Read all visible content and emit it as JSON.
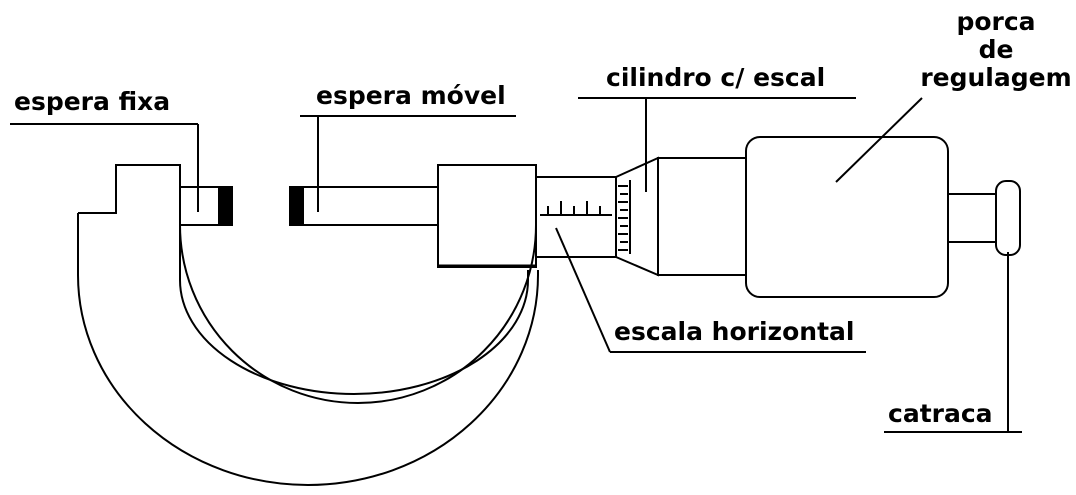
{
  "diagram": {
    "labels": {
      "espera_fixa": "espera fixa",
      "espera_movel": "espera móvel",
      "cilindro": "cilindro c/ escal",
      "porca_line1": "porca",
      "porca_line2": "de",
      "porca_line3": "regulagem",
      "escala_horizontal": "escala horizontal",
      "catraca": "catraca"
    },
    "colors": {
      "ink": "#000000",
      "background": "#ffffff"
    }
  }
}
